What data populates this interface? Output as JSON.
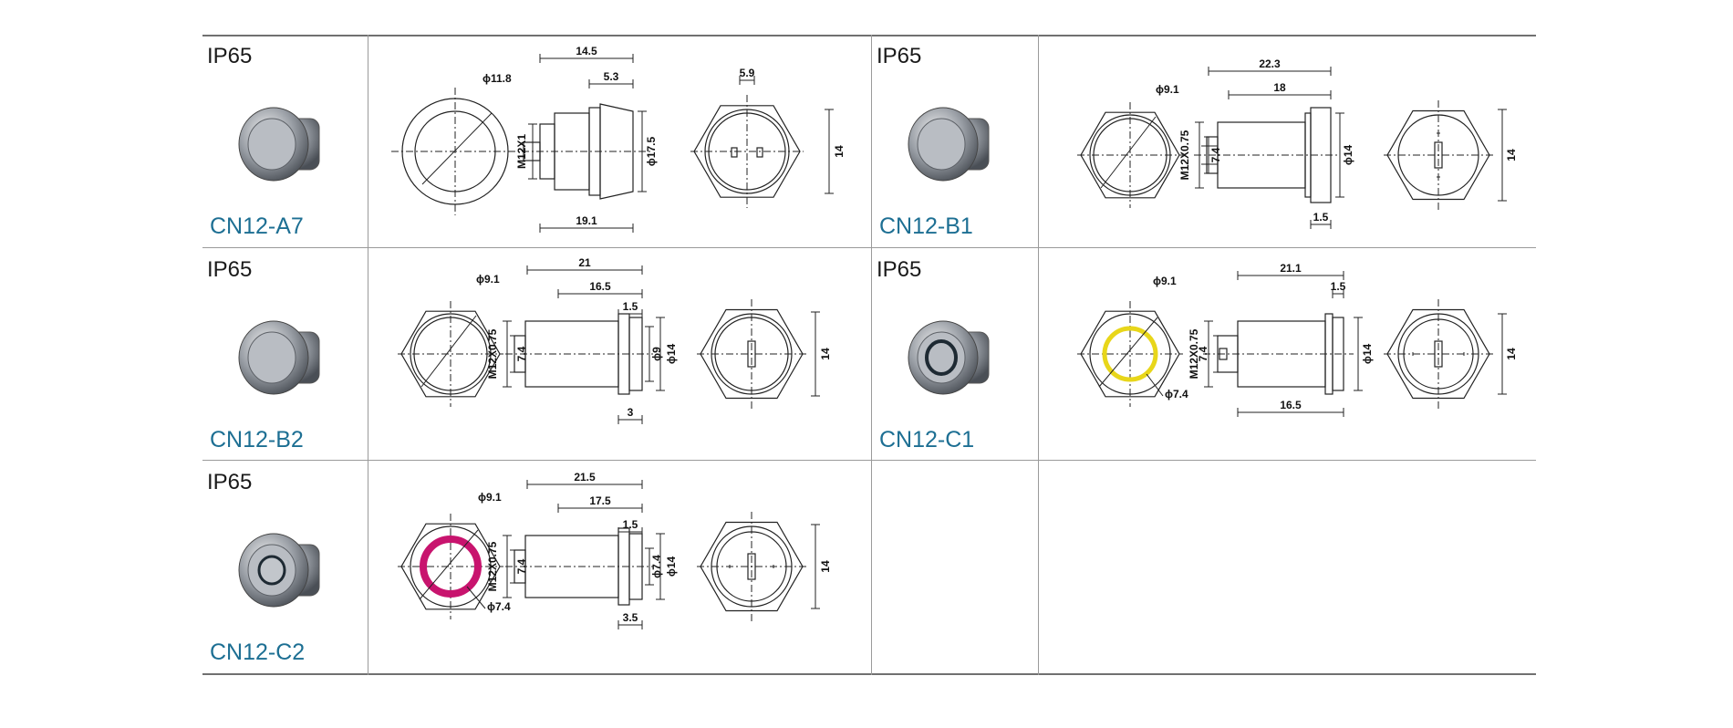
{
  "products": [
    {
      "rating": "IP65",
      "model": "CN12-A7",
      "dims": {
        "head_dia": "ϕ11.8",
        "length_total": "14.5",
        "head_len": "5.3",
        "thread": "M12X1",
        "flange": "ϕ17.5",
        "body_len": "19.1",
        "back_term": "5.9",
        "back_width": "14"
      }
    },
    {
      "rating": "IP65",
      "model": "CN12-B1",
      "dims": {
        "head_dia": "ϕ9.1",
        "length_total": "22.3",
        "body_len": "18",
        "thread": "M12X0.75",
        "term": "7.4",
        "flange": "ϕ14",
        "nut": "1.5",
        "back_width": "14"
      }
    },
    {
      "rating": "IP65",
      "model": "CN12-B2",
      "dims": {
        "head_dia": "ϕ9.1",
        "length_total": "21",
        "body_len": "16.5",
        "nut": "1.5",
        "thread": "M12X0.75",
        "term": "7.4",
        "cap_dia": "ϕ9",
        "flange": "ϕ14",
        "head_len": "3",
        "back_width": "14"
      }
    },
    {
      "rating": "IP65",
      "model": "CN12-C1",
      "dims": {
        "head_dia": "ϕ9.1",
        "length_total": "21.1",
        "nut": "1.5",
        "thread": "M12X0.75",
        "term": "7.4",
        "flange": "ϕ14",
        "ring_dia": "ϕ7.4",
        "body_len": "16.5",
        "back_width": "14",
        "ring_color": "#e8d61a"
      }
    },
    {
      "rating": "IP65",
      "model": "CN12-C2",
      "dims": {
        "head_dia": "ϕ9.1",
        "length_total": "21.5",
        "body_len": "17.5",
        "nut": "1.5",
        "thread": "M12X0.75",
        "term": "7.4",
        "cap_dia": "ϕ7.4",
        "flange": "ϕ14",
        "ring_dia": "ϕ7.4",
        "head_len": "3.5",
        "back_width": "14",
        "ring_color": "#c8146e"
      }
    }
  ],
  "colors": {
    "model_text": "#1d6f93",
    "rule": "#9a9a9a",
    "line": "#222222"
  }
}
